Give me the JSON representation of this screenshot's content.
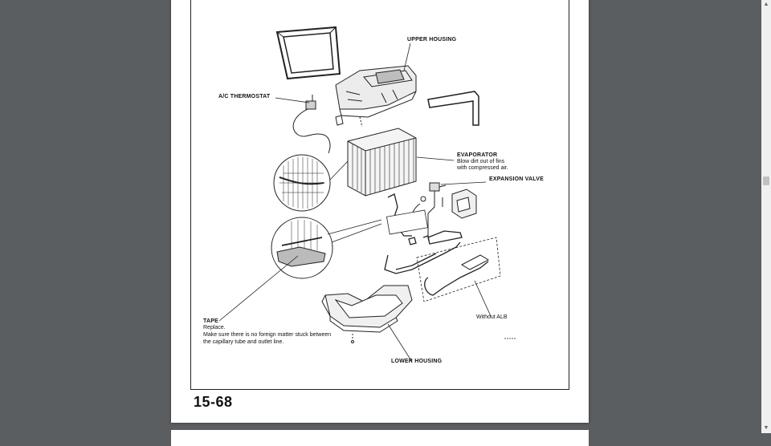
{
  "document": {
    "page_number": "15-68",
    "labels": {
      "upper_housing": "UPPER HOUSING",
      "ac_thermostat": "A/C THERMOSTAT",
      "evaporator_title": "EVAPORATOR",
      "evaporator_note1": "Blow dirt out of fins",
      "evaporator_note2": "with compressed air.",
      "expansion_valve": "EXPANSION VALVE",
      "tape_title": "TAPE",
      "tape_note1": "Replace.",
      "tape_note2": "Make sure there is no foreign matter stuck between",
      "tape_note3": "the capillary tube and outlet line.",
      "without_alb": "Without ALB",
      "lower_housing": "LOWER HOUSING"
    }
  },
  "scrollbar": {
    "up_arrow": "▲",
    "down_arrow": "▼"
  }
}
